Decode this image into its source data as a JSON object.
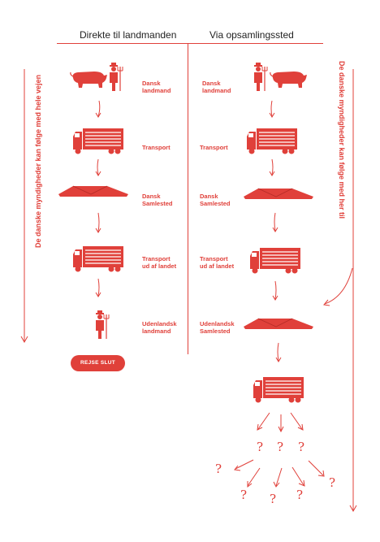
{
  "headers": {
    "direct": "Direkte til landmanden",
    "via": "Via opsamlingssted"
  },
  "side_labels": {
    "left": "De danske myndigheder kan følge med hele vejen",
    "right": "De danske myndigheder kan følge med her til"
  },
  "left_column": [
    "Dansk\nlandmand",
    "Transport",
    "Dansk\nSamlested",
    "Transport\nud af landet",
    "Udenlandsk\nlandmand"
  ],
  "right_column": [
    "Dansk\nlandmand",
    "Transport",
    "Dansk\nSamlested",
    "Transport\nud af landet",
    "Udenlandsk\nSamlested"
  ],
  "end_button": "REJSE SLUT",
  "question_mark": "?",
  "colors": {
    "accent": "#e0403a",
    "header_text": "#222222"
  }
}
